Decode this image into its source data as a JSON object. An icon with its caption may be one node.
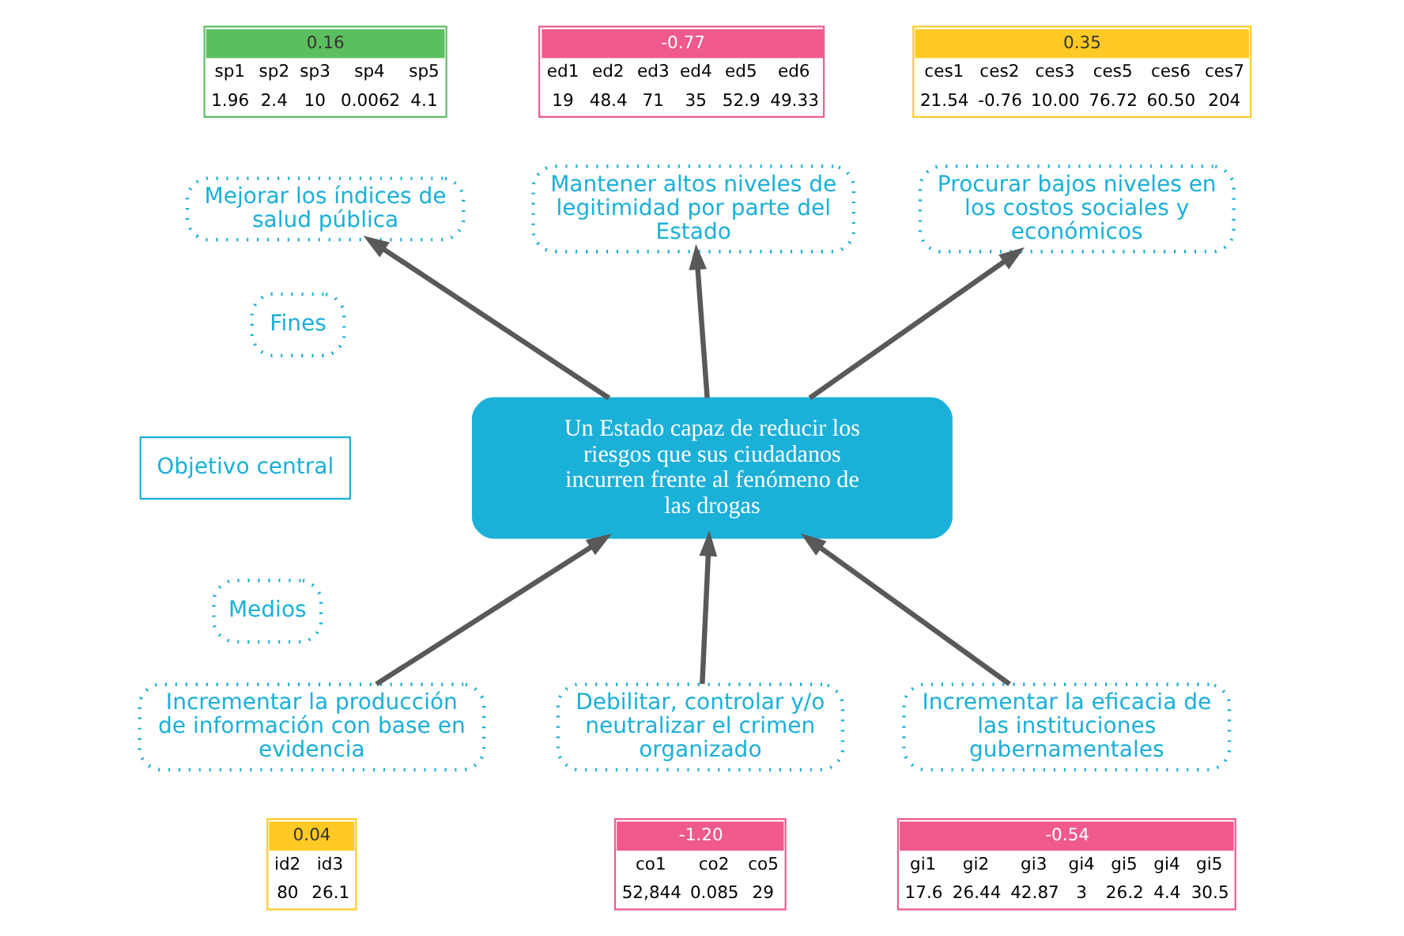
{
  "diagram": {
    "nodes": [
      {
        "text": [
          "0.16",
          "sp1",
          "sp2",
          "sp3",
          "sp4",
          "sp5",
          "1.96",
          "2.4",
          "10",
          "0.0062",
          "4.1"
        ]
      },
      {
        "text": [
          "-0.77",
          "ed1",
          "ed2",
          "ed3",
          "ed4",
          "ed5",
          "ed6",
          "19",
          "48.4",
          "71",
          "35",
          "52.9",
          "49.33"
        ]
      },
      {
        "text": [
          "0.35",
          "ces1",
          "ces2",
          "ces3",
          "ces5",
          "ces6",
          "ces7",
          "21.54",
          "-0.76",
          "10.00",
          "76.72",
          "60.50",
          "204"
        ]
      },
      {
        "text": [
          "Mejorar los índices de salud pública"
        ]
      },
      {
        "text": [
          "Mantener altos niveles de legitimidad por parte del Estado"
        ]
      },
      {
        "text": [
          "Procurar bajos niveles en los costos sociales y económicos"
        ]
      },
      {
        "text": [
          "Fines"
        ]
      },
      {
        "text": [
          "Objetivo central"
        ]
      },
      {
        "text": [
          "Un Estado capaz de reducir los riesgos que sus ciudadanos incurren frente al fenómeno de las drogas"
        ]
      },
      {
        "text": [
          "Medios"
        ]
      },
      {
        "text": [
          "Incrementar la producción de información con base en evidencia"
        ]
      },
      {
        "text": [
          "Debilitar, controlar y/o neutralizar el crimen organizado"
        ]
      },
      {
        "text": [
          "Incrementar la eficacia de las instituciones gubernamentales"
        ]
      },
      {
        "text": [
          "0.04",
          "id2",
          "id3",
          "80",
          "26.1"
        ]
      },
      {
        "text": [
          "-1.20",
          "co1",
          "co2",
          "co5",
          "52,844",
          "0.085",
          "29"
        ]
      },
      {
        "text": [
          "-0.54",
          "gi1",
          "gi2",
          "gi3",
          "gi4",
          "gi5",
          "gi4",
          "gi5",
          "17.6",
          "26.44",
          "42.87",
          "3",
          "26.2",
          "4.4",
          "30.5"
        ]
      }
    ],
    "edges": [
      {
        "from": 8,
        "to": 3,
        "arrow": "to"
      },
      {
        "from": 8,
        "to": 4,
        "arrow": "to"
      },
      {
        "from": 8,
        "to": 5,
        "arrow": "to"
      },
      {
        "from": 10,
        "to": 8,
        "arrow": "to"
      },
      {
        "from": 11,
        "to": 8,
        "arrow": "to"
      },
      {
        "from": 12,
        "to": 8,
        "arrow": "to"
      }
    ]
  }
}
